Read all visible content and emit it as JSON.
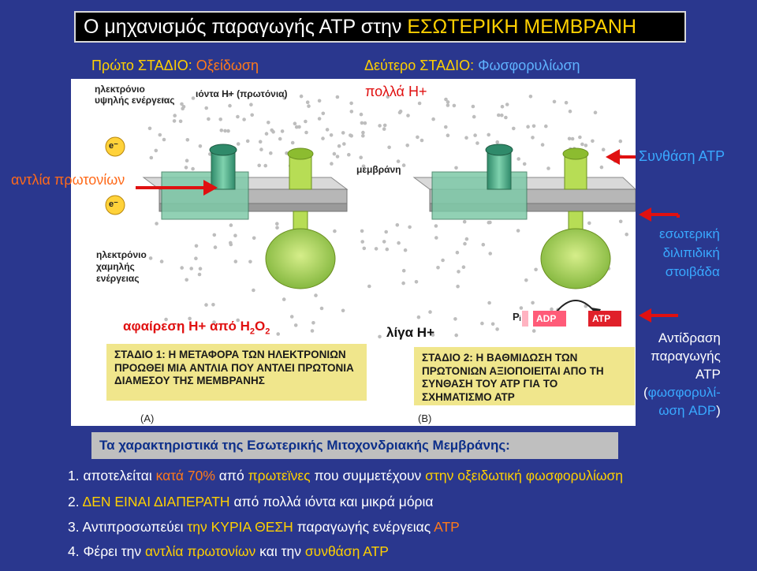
{
  "title": {
    "part1": "Ο μηχανισμός παραγωγής  ΑΤΡ στην ",
    "part2": "ΕΣΩΤΕΡΙΚΗ ΜΕΜΒΡΑΝΗ"
  },
  "stages": {
    "first_a": "Πρώτο ΣΤΑΔΙΟ: ",
    "first_b": "Οξείδωση",
    "second_a": "Δεύτερο ΣΤΑΔΙΟ: ",
    "second_b": "Φωσφορυλίωση"
  },
  "labels": {
    "many_h": "πολλά Η+",
    "few_h": "λίγα Η+",
    "proton_pump": "αντλία πρωτονίων",
    "atp_synthase": "Συνθάση ΑΤΡ",
    "inner_bilayer_1": "εσωτερική",
    "inner_bilayer_2": "διλιπιδική",
    "inner_bilayer_3": "στοιβάδα",
    "h_removal": "αφαίρεση Η+ από Η",
    "h_removal_sub1": "2",
    "h_removal_o": "Ο",
    "h_removal_sub2": "2",
    "reaction_1": "Αντίδραση",
    "reaction_2": "παραγωγής",
    "reaction_3": "ΑΤΡ",
    "reaction_4a": "(",
    "reaction_4b": "φωσφορυλί-",
    "reaction_5a": "ωση ADP",
    "reaction_5b": ")"
  },
  "figure": {
    "high_energy_e_1": "ηλεκτρόνιο",
    "high_energy_e_2": "υψηλής ενέργειας",
    "ions_h": "ιόντα Η+ (πρωτόνια)",
    "membrane": "μεμβράνη",
    "low_energy_e_1": "ηλεκτρόνιο",
    "low_energy_e_2": "χαμηλής",
    "low_energy_e_3": "ενέργειας",
    "electron": "e⁻",
    "pi": "Pᵢ",
    "adp": "ADP",
    "atp": "ATP",
    "label_a": "(A)",
    "label_b": "(B)",
    "caption_a": "ΣΤΑΔΙΟ 1: Η ΜΕΤΑΦΟΡΑ ΤΩΝ ΗΛΕΚΤΡΟΝΙΩΝ ΠΡΟΩΘΕΙ ΜΙΑ ΑΝΤΛΙΑ ΠΟΥ ΑΝΤΛΕΙ ΠΡΩΤΟΝΙΑ ΔΙΑΜΕΣΟΥ ΤΗΣ ΜΕΜΒΡΑΝΗΣ",
    "caption_b": "ΣΤΑΔΙΟ 2: Η ΒΑΘΜΙΔΩΣΗ ΤΩΝ ΠΡΩΤΟΝΙΩΝ ΑΞΙΟΠΟΙΕΙΤΑΙ ΑΠΟ ΤΗ ΣΥΝΘΑΣΗ ΤΟΥ ΑΤΡ ΓΙΑ ΤΟ ΣΧΗΜΑΤΙΣΜΟ ΑΤΡ"
  },
  "characteristics": {
    "header": "Τα χαρακτηριστικά της Εσωτερικής Μιτοχονδριακής Μεμβράνης:",
    "item1": [
      "1. αποτελείται ",
      "κατά 70%",
      " από ",
      "πρωτεϊνες",
      " που συμμετέχουν ",
      "στην οξειδωτική φωσφορυλίωση"
    ],
    "item2": [
      "2. ",
      "ΔΕΝ ΕΙΝΑΙ ΔΙΑΠΕΡΑΤΗ",
      " από πολλά ιόντα και μικρά μόρια"
    ],
    "item3": [
      "3. Αντιπροσωπεύει ",
      "την ΚΥΡΙΑ ΘΕΣΗ",
      " παραγωγής ενέργειας ",
      "ΑΤΡ"
    ],
    "item4": [
      "4. Φέρει την ",
      "αντλία πρωτονίων",
      " και την ",
      "συνθάση ΑΤΡ"
    ]
  },
  "colors": {
    "background": "#2a378e",
    "highlight_yellow": "#ffd000",
    "highlight_orange": "#ff7a1a",
    "highlight_blue": "#5fb2ff",
    "arrow_red": "#e01010"
  }
}
